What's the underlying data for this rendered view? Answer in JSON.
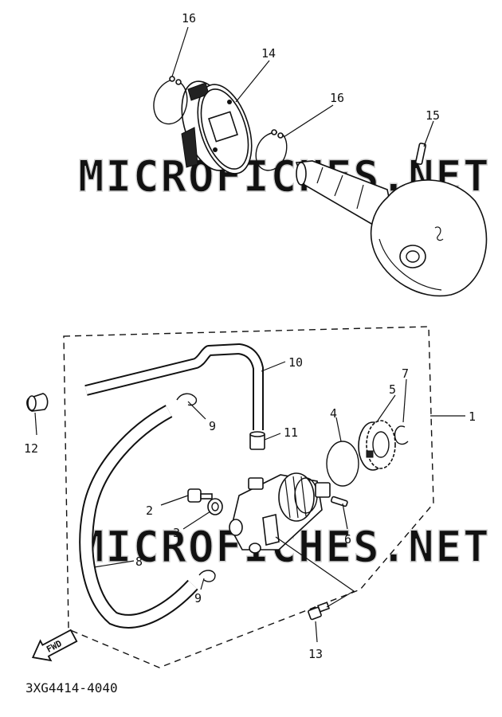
{
  "watermark": "MICROFICHES.NET",
  "diagram_code": "3XG4414-4040",
  "direction_marker": "FWD",
  "callouts": {
    "c1": "1",
    "c2": "2",
    "c3": "3",
    "c4": "4",
    "c5": "5",
    "c6": "6",
    "c7": "7",
    "c8": "8",
    "c9a": "9",
    "c9b": "9",
    "c10": "10",
    "c11": "11",
    "c12": "12",
    "c13": "13",
    "c14": "14",
    "c15": "15",
    "c16a": "16",
    "c16b": "16"
  }
}
